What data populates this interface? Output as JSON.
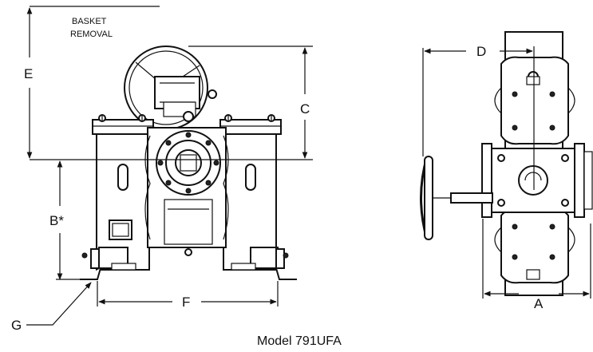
{
  "annotations": {
    "basket_removal_line1": "BASKET",
    "basket_removal_line2": "REMOVAL",
    "dim_a": "A",
    "dim_b": "B*",
    "dim_c": "C",
    "dim_d": "D",
    "dim_e": "E",
    "dim_f": "F",
    "dim_g": "G"
  },
  "caption": "Model 791UFA"
}
